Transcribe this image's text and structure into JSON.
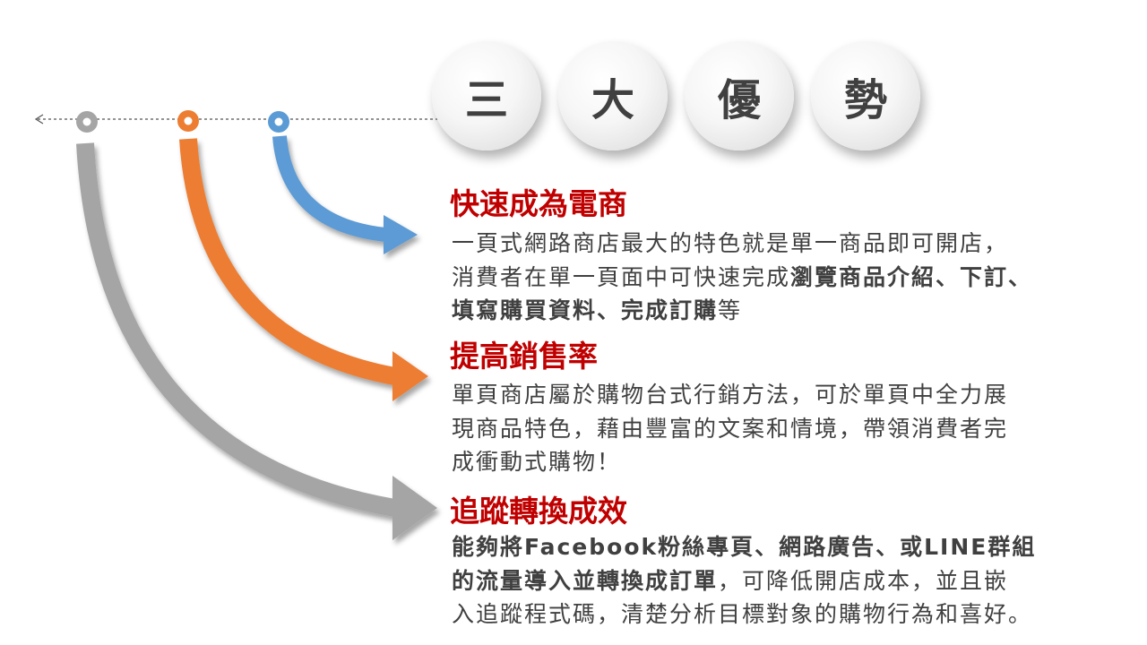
{
  "banner": [
    "三",
    "大",
    "優",
    "勢"
  ],
  "sections": [
    {
      "heading": "快速成為電商",
      "lines": [
        [
          {
            "t": "一頁式網路商店最大的特色就是單一商品即可開店，",
            "b": false
          }
        ],
        [
          {
            "t": "消費者在單一頁面中可快速完成",
            "b": false
          },
          {
            "t": "瀏覽商品介紹、下訂、",
            "b": true
          }
        ],
        [
          {
            "t": "填寫購買資料、完成訂購",
            "b": true
          },
          {
            "t": "等",
            "b": false
          }
        ]
      ]
    },
    {
      "heading": "提高銷售率",
      "lines": [
        [
          {
            "t": "單頁商店屬於購物台式行銷方法，可於單頁中全力展",
            "b": false
          }
        ],
        [
          {
            "t": "現商品特色，藉由豐富的文案和情境，帶領消費者完",
            "b": false
          }
        ],
        [
          {
            "t": "成衝動式購物！",
            "b": false
          }
        ]
      ]
    },
    {
      "heading": "追蹤轉換成效",
      "lines": [
        [
          {
            "t": "能夠將Facebook粉絲專頁、網路廣告、或LINE群組",
            "b": true
          }
        ],
        [
          {
            "t": "的流量導入並轉換成訂單",
            "b": true
          },
          {
            "t": "，可降低開店成本，並且嵌",
            "b": false
          }
        ],
        [
          {
            "t": "入追蹤程式碼，清楚分析目標對象的購物行為和喜好。",
            "b": false
          }
        ]
      ]
    }
  ],
  "colors": {
    "heading": "#c00000",
    "text": "#404040",
    "blue": "#5b9bd5",
    "orange": "#ed7d31",
    "gray": "#a5a5a5"
  }
}
